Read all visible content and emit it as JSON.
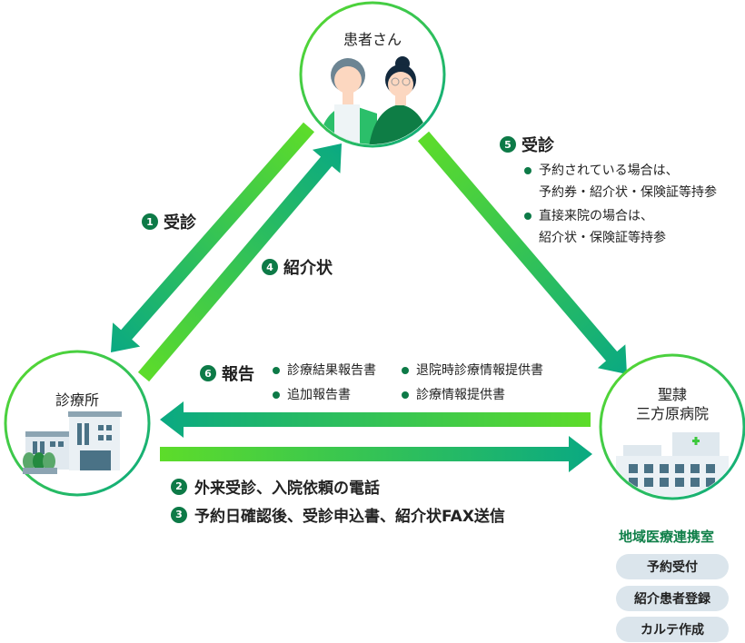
{
  "nodes": {
    "patients": "患者さん",
    "clinic": "診療所",
    "hospital_line1": "聖隷",
    "hospital_line2": "三方原病院"
  },
  "steps": {
    "s1": {
      "num": "1",
      "label": "受診"
    },
    "s4": {
      "num": "4",
      "label": "紹介状"
    },
    "s5": {
      "num": "5",
      "label": "受診",
      "bullets": [
        {
          "line1": "予約されている場合は、",
          "line2": "予約券・紹介状・保険証等持参"
        },
        {
          "line1": "直接来院の場合は、",
          "line2": "紹介状・保険証等持参"
        }
      ]
    },
    "s6": {
      "num": "6",
      "label": "報告",
      "items": [
        "診療結果報告書",
        "退院時診療情報提供書",
        "追加報告書",
        "診療情報提供書"
      ]
    },
    "s2": {
      "num": "2",
      "label": "外来受診、入院依頼の電話"
    },
    "s3": {
      "num": "3",
      "label": "予約日確認後、受診申込書、紹介状FAX送信"
    }
  },
  "department": {
    "name": "地域医療連携室",
    "tasks": [
      "予約受付",
      "紹介患者登録",
      "カルテ作成"
    ]
  },
  "colors": {
    "arrow_light": "#5ddc2a",
    "arrow_dark": "#0aa982",
    "badge": "#0d7a47",
    "pill": "#dbe5ec"
  }
}
